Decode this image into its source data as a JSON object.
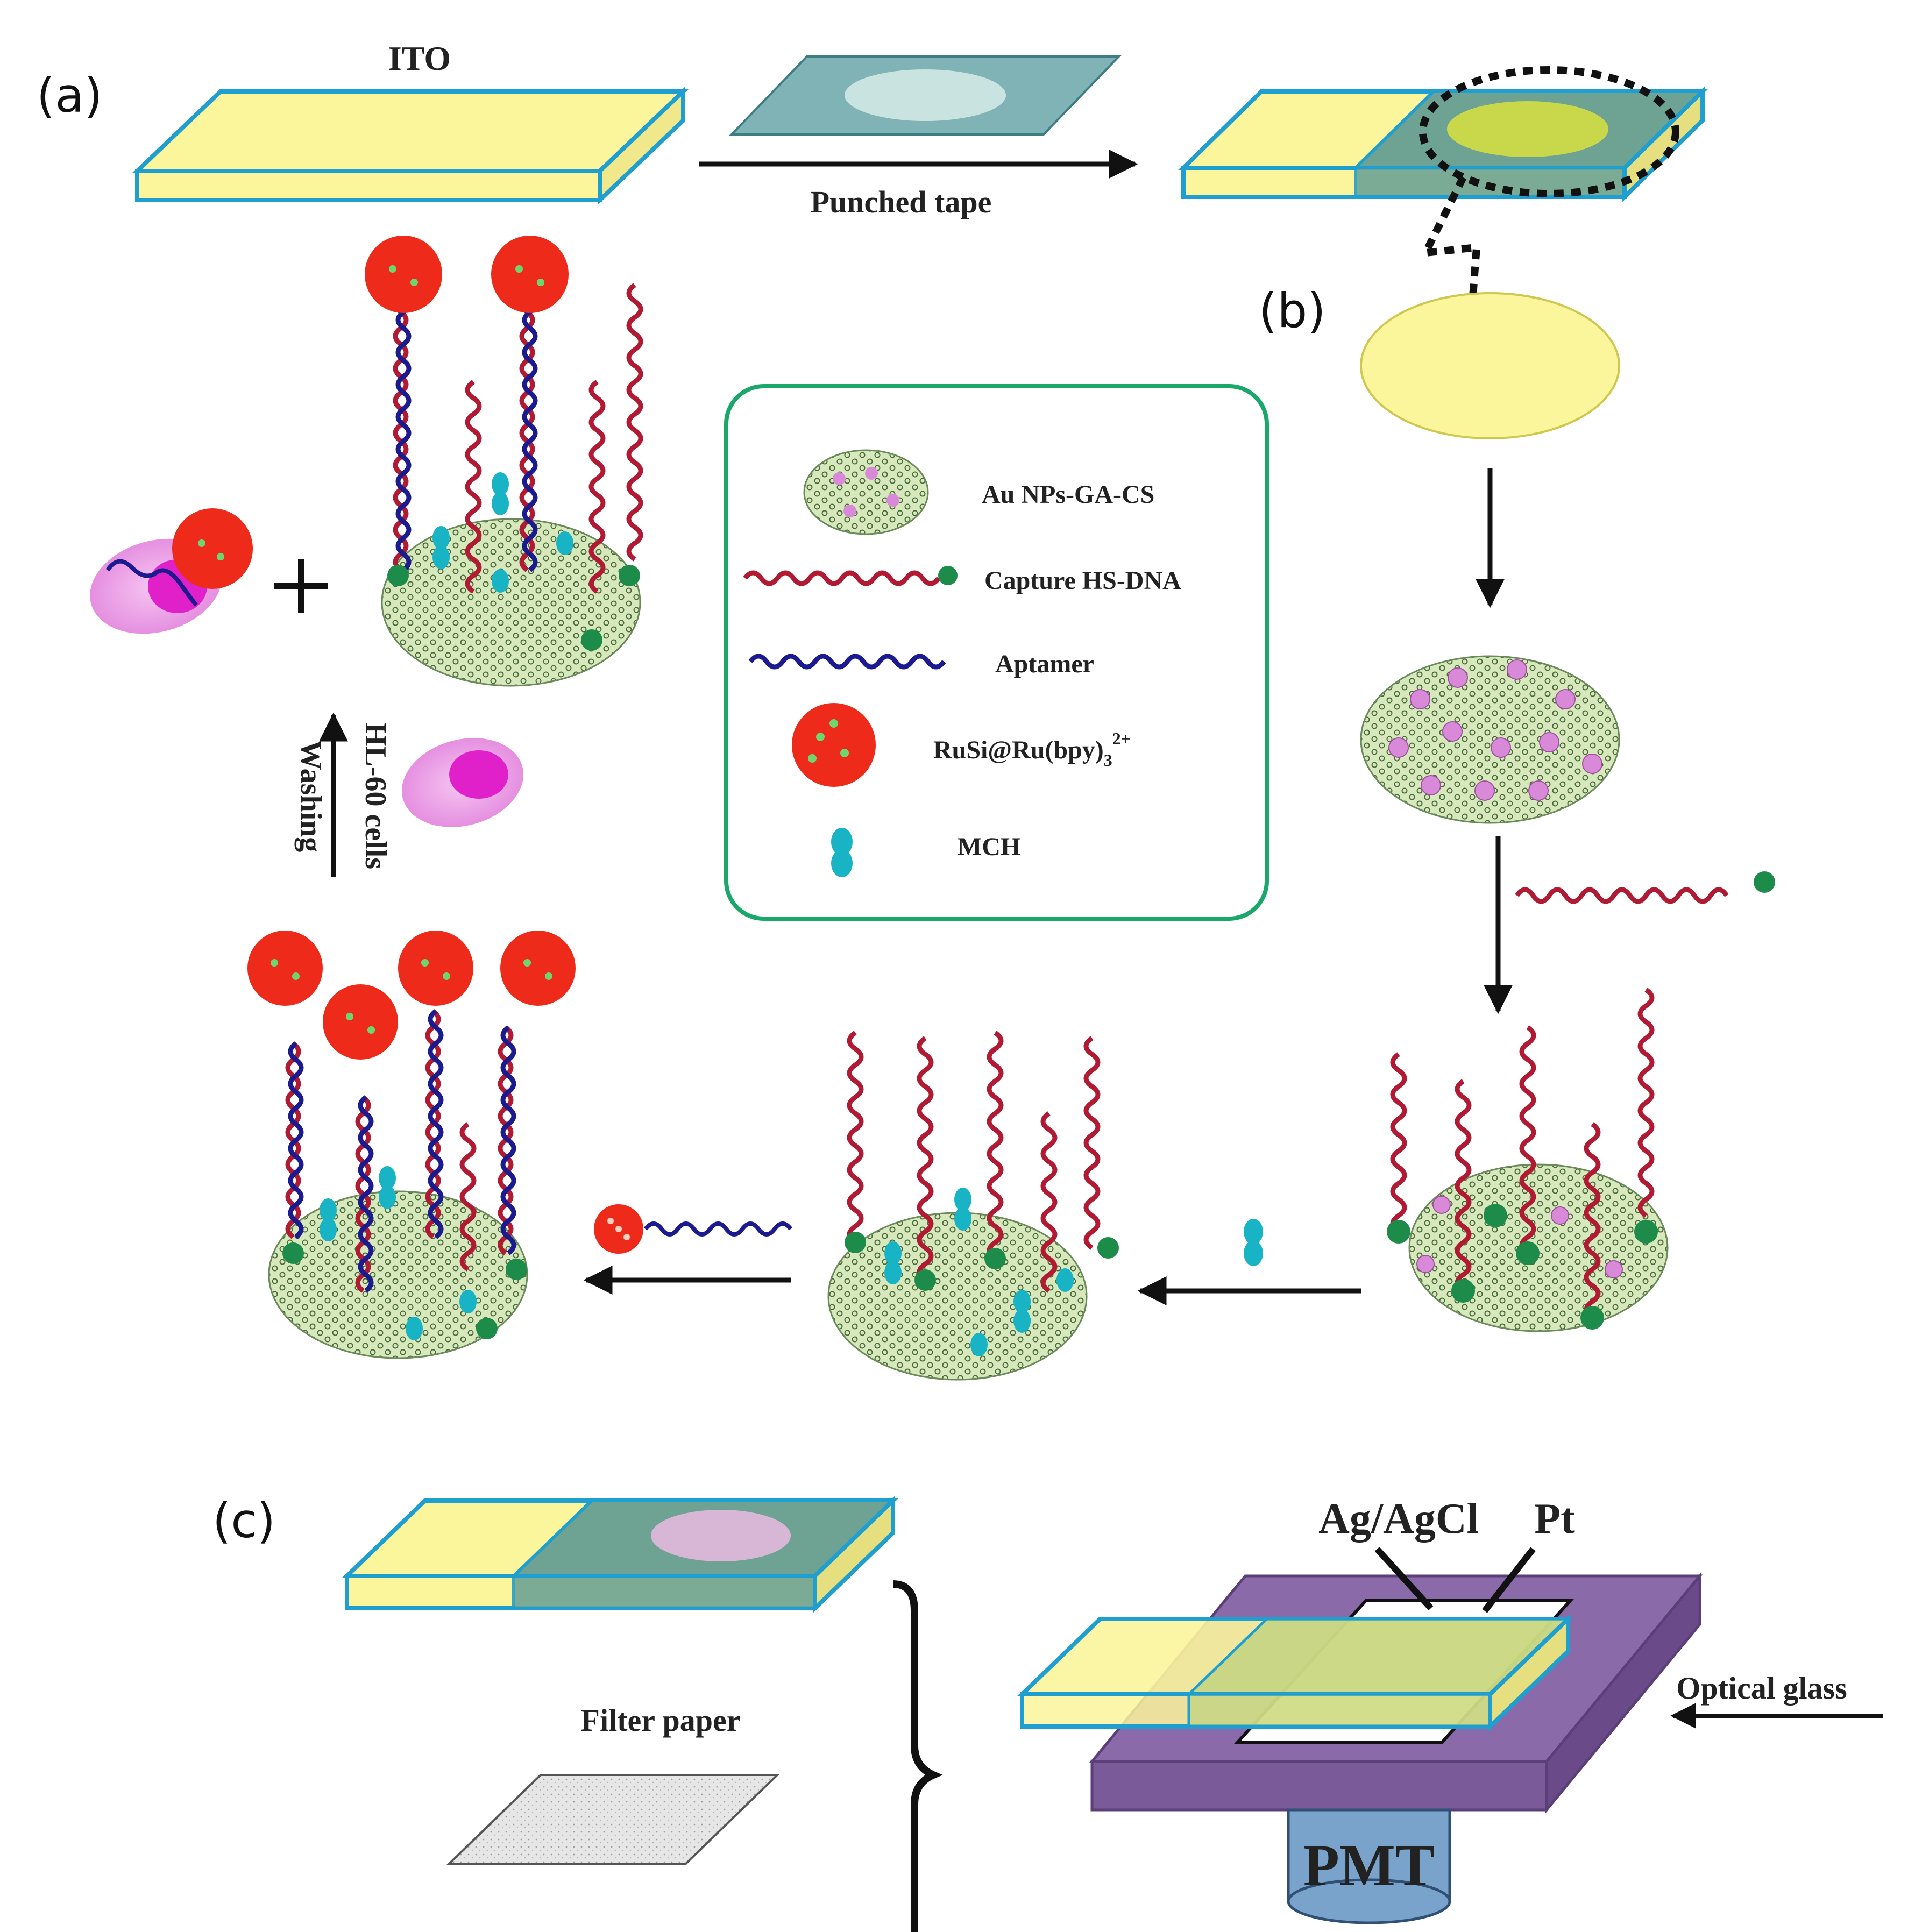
{
  "panels": {
    "a": "(a)",
    "b": "(b)",
    "c": "(c)"
  },
  "labels": {
    "ito": "ITO",
    "punched_tape": "Punched tape",
    "hl60_cells": "HL-60 cells",
    "washing": "Washing",
    "filter_paper": "Filter paper",
    "ag_agcl": "Ag/AgCl",
    "pt": "Pt",
    "optical_glass": "Optical glass",
    "pmt": "PMT"
  },
  "legend": {
    "items": [
      {
        "icon": "au-nps-ga-cs-icon",
        "label": "Au NPs-GA-CS"
      },
      {
        "icon": "capture-dna-icon",
        "label": "Capture HS-DNA"
      },
      {
        "icon": "aptamer-icon",
        "label": "Aptamer"
      },
      {
        "icon": "rusi-nanoparticle-icon",
        "label": "RuSi@Ru(bpy)",
        "sub": "3",
        "sup": "2+"
      },
      {
        "icon": "mch-icon",
        "label": "MCH"
      }
    ]
  },
  "colors": {
    "ito_yellow": "#fbf59c",
    "ito_edge": "#1e9fd0",
    "tape_teal": "#7fb3b5",
    "electrode_green": "#cfe3b0",
    "dna_red": "#b01a33",
    "aptamer_blue": "#1b1b8f",
    "ru_red": "#ee2a1a",
    "mch_cyan": "#18b3c4",
    "gold_pink": "#e6a6e6",
    "legend_border": "#1aa86a",
    "device_purple": "#8a6aa8",
    "pmt_blue": "#7aa3cc"
  }
}
